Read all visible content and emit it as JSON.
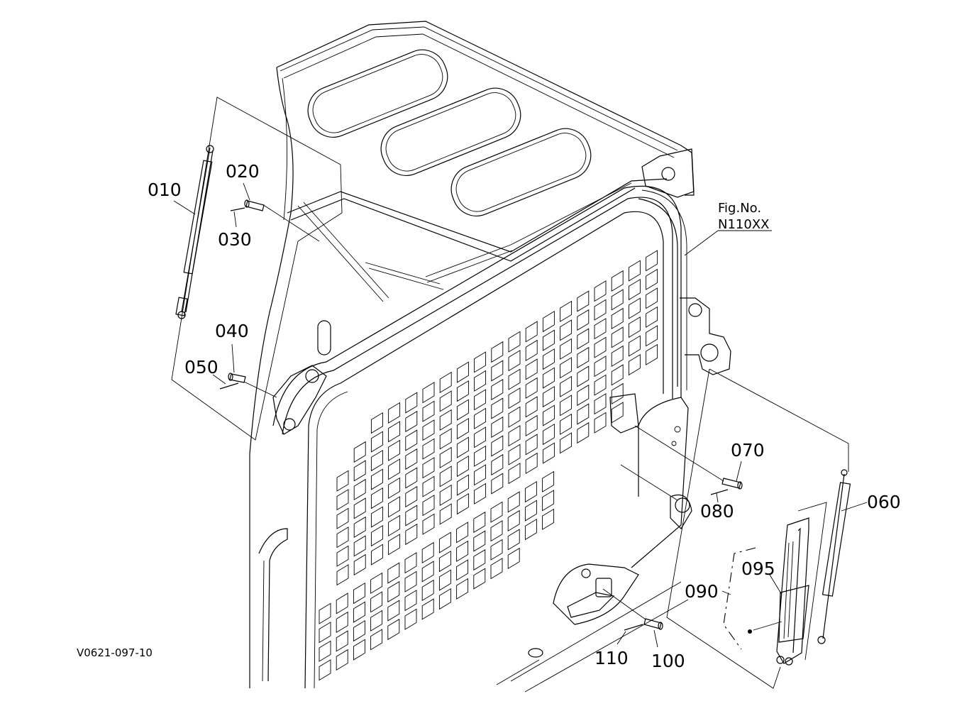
{
  "figure": {
    "fig_no_label": "Fig.No.",
    "fig_no_value": "N110XX",
    "drawing_code": "V0621-097-10"
  },
  "callouts": {
    "p010": "010",
    "p020": "020",
    "p030": "030",
    "p040": "040",
    "p050": "050",
    "p060": "060",
    "p070": "070",
    "p080": "080",
    "p090": "090",
    "p095": "095",
    "p100": "100",
    "p110": "110"
  },
  "colors": {
    "ink": "#000000",
    "paper": "#ffffff"
  }
}
